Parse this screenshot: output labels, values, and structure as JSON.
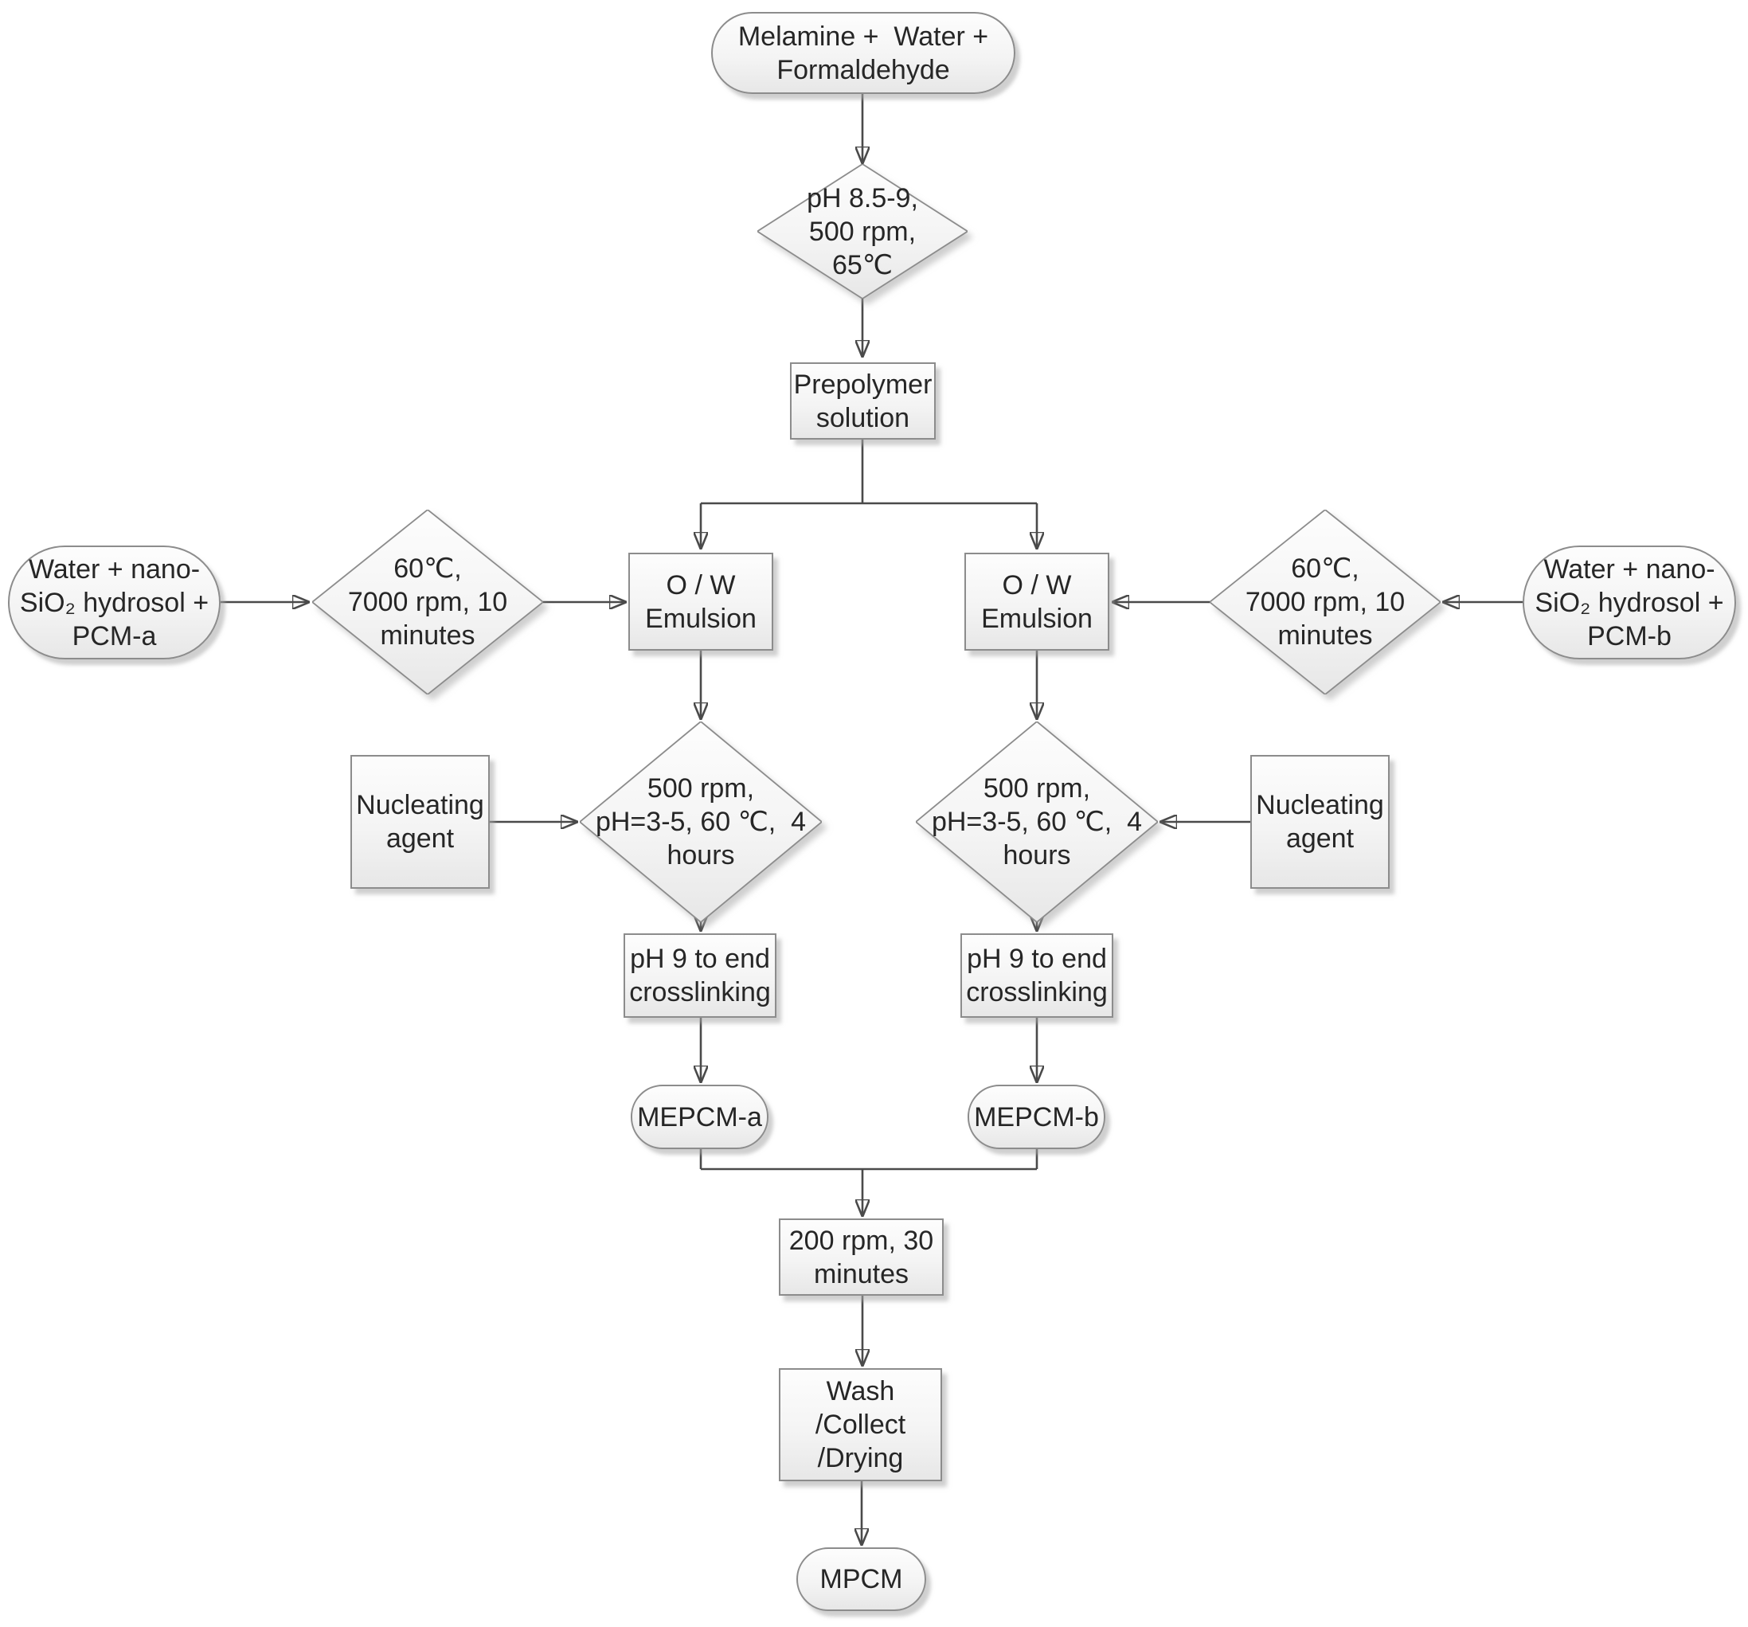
{
  "page": {
    "background": "#ffffff"
  },
  "colors": {
    "node-border": "#8c8c8c",
    "node-fill-top": "#fdfdfd",
    "node-fill-bottom": "#e7e7e7",
    "edge": "#4a4a4a",
    "text": "#262626",
    "shadow": "rgba(168,168,168,0.55)"
  },
  "nodes": {
    "melamine": {
      "type": "terminator",
      "label": "Melamine +  Water +\nFormaldehyde"
    },
    "mix_cond": {
      "type": "decision",
      "label": "pH 8.5-9,\n500 rpm,\n65℃"
    },
    "prepolymer": {
      "type": "process",
      "label": "Prepolymer\nsolution"
    },
    "feed_a": {
      "type": "terminator",
      "label": "Water + nano-\nSiO₂ hydrosol +\nPCM-a"
    },
    "homog_a": {
      "type": "decision",
      "label": "60℃,\n7000 rpm, 10\nminutes"
    },
    "emulsion_a": {
      "type": "process",
      "label": "O / W\nEmulsion"
    },
    "emulsion_b": {
      "type": "process",
      "label": "O / W\nEmulsion"
    },
    "homog_b": {
      "type": "decision",
      "label": "60℃,\n7000 rpm, 10\nminutes"
    },
    "feed_b": {
      "type": "terminator",
      "label": "Water + nano-\nSiO₂ hydrosol +\nPCM-b"
    },
    "nucleating_a": {
      "type": "process",
      "label": "Nucleating\nagent"
    },
    "cure_a": {
      "type": "decision",
      "label": "500 rpm,\npH=3-5, 60 ℃,  4\nhours"
    },
    "cure_b": {
      "type": "decision",
      "label": "500 rpm,\npH=3-5, 60 ℃,  4\nhours"
    },
    "nucleating_b": {
      "type": "process",
      "label": "Nucleating\nagent"
    },
    "ph9_a": {
      "type": "process",
      "label": "pH 9 to end\ncrosslinking"
    },
    "ph9_b": {
      "type": "process",
      "label": "pH 9 to end\ncrosslinking"
    },
    "blend": {
      "type": "process",
      "label": "200 rpm, 30\nminutes"
    },
    "mepcm_a": {
      "type": "terminator",
      "label": "MEPCM-a"
    },
    "mepcm_b": {
      "type": "terminator",
      "label": "MEPCM-b"
    },
    "wash": {
      "type": "process",
      "label": "Wash\n/Collect\n/Drying"
    },
    "mpcm": {
      "type": "terminator",
      "label": "MPCM"
    }
  },
  "edges": [
    {
      "from": "melamine",
      "to": "mix_cond",
      "arrow": true
    },
    {
      "from": "mix_cond",
      "to": "prepolymer",
      "arrow": true
    },
    {
      "from": "prepolymer",
      "to": "emulsion_a",
      "arrow": true
    },
    {
      "from": "prepolymer",
      "to": "emulsion_b",
      "arrow": true
    },
    {
      "from": "feed_a",
      "to": "homog_a",
      "arrow": true
    },
    {
      "from": "homog_a",
      "to": "emulsion_a",
      "arrow": true
    },
    {
      "from": "feed_b",
      "to": "homog_b",
      "arrow": true
    },
    {
      "from": "homog_b",
      "to": "emulsion_b",
      "arrow": true
    },
    {
      "from": "emulsion_a",
      "to": "cure_a",
      "arrow": true
    },
    {
      "from": "emulsion_b",
      "to": "cure_b",
      "arrow": true
    },
    {
      "from": "nucleating_a",
      "to": "cure_a",
      "arrow": true
    },
    {
      "from": "nucleating_b",
      "to": "cure_b",
      "arrow": true
    },
    {
      "from": "cure_a",
      "to": "ph9_a",
      "arrow": true
    },
    {
      "from": "cure_b",
      "to": "ph9_b",
      "arrow": true
    },
    {
      "from": "ph9_a",
      "to": "mepcm_a",
      "arrow": true
    },
    {
      "from": "ph9_b",
      "to": "mepcm_b",
      "arrow": true
    },
    {
      "from": "mepcm_a",
      "to": "blend",
      "arrow": true
    },
    {
      "from": "mepcm_b",
      "to": "blend",
      "arrow": true
    },
    {
      "from": "blend",
      "to": "wash",
      "arrow": true
    },
    {
      "from": "wash",
      "to": "mpcm",
      "arrow": true
    }
  ]
}
